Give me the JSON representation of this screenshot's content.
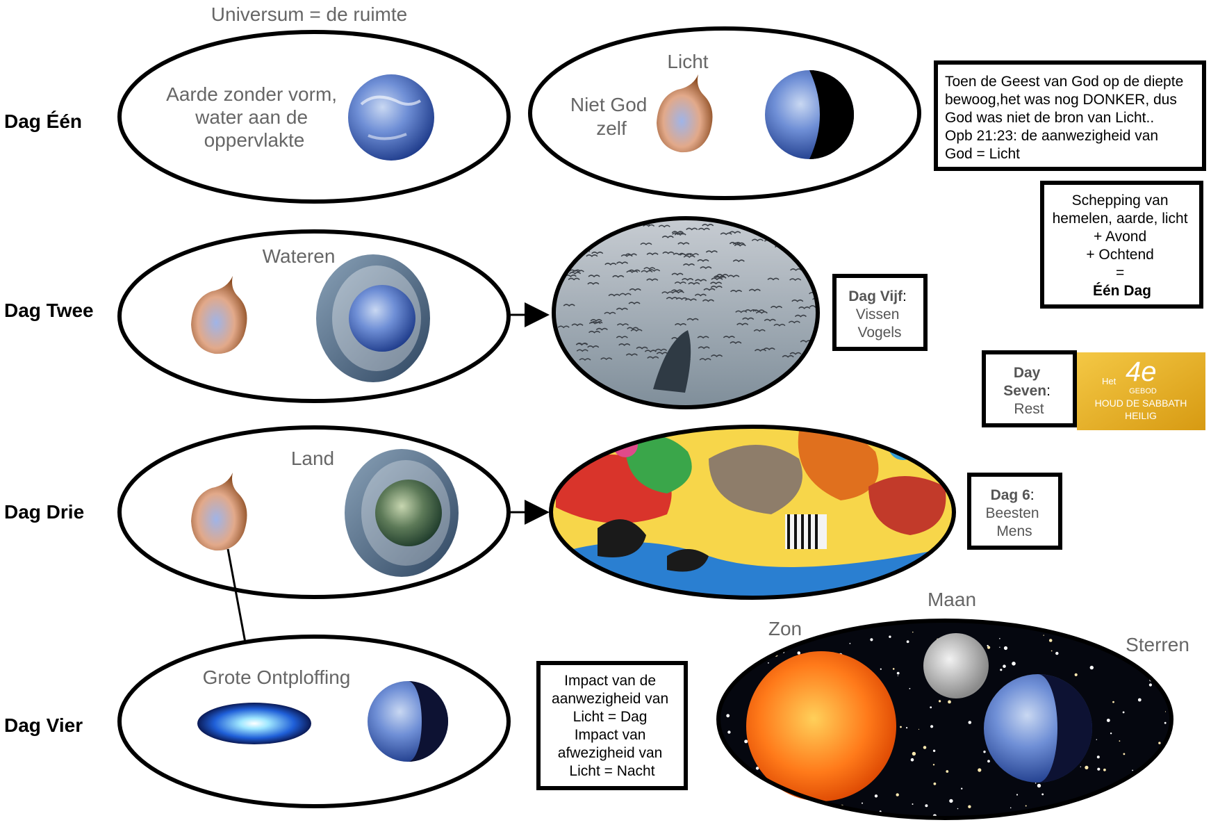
{
  "title": "Universum = de ruimte",
  "days": {
    "one": "Dag Één",
    "two": "Dag Twee",
    "three": "Dag Drie",
    "four": "Dag Vier"
  },
  "ellipses": {
    "e1": [
      "Aarde zonder vorm,",
      "water aan de",
      "oppervlakte"
    ],
    "e2_top": "Licht",
    "e2_side": [
      "Niet God",
      "zelf"
    ],
    "e3": "Wateren",
    "e4": "Land",
    "e5": "Grote Ontploffing"
  },
  "boxes": {
    "spirit": [
      "Toen de Geest van God op de diepte",
      "bewoog,het was nog DONKER, dus",
      "God was niet de bron van Licht..",
      "Opb 21:23: de aanwezigheid van",
      "God = Licht"
    ],
    "creation": [
      "Schepping van",
      "hemelen, aarde, licht",
      "+ Avond",
      "+ Ochtend",
      "=",
      "Één Dag"
    ],
    "day5_title": "Dag Vijf",
    "day5_items": [
      "Vissen",
      "Vogels"
    ],
    "day7_title": [
      "Day",
      "Seven"
    ],
    "day7_item": "Rest",
    "day6_title": "Dag 6",
    "day6_items": [
      "Beesten",
      "Mens"
    ],
    "impact": [
      "Impact van de",
      "aanwezigheid van",
      "Licht = Dag",
      "Impact van",
      "afwezigheid van",
      "Licht = Nacht"
    ]
  },
  "sabbath_image": {
    "het": "Het",
    "number": "4e",
    "gebod": "GEBOD",
    "line1": "HOUD DE SABBATH",
    "line2": "HEILIG"
  },
  "sky_labels": {
    "maan": "Maan",
    "zon": "Zon",
    "sterren": "Sterren"
  },
  "colors": {
    "sun": "#ff7a1a",
    "earth": "#3b62b8",
    "ink": "#000000",
    "label_gray": "#666666"
  }
}
